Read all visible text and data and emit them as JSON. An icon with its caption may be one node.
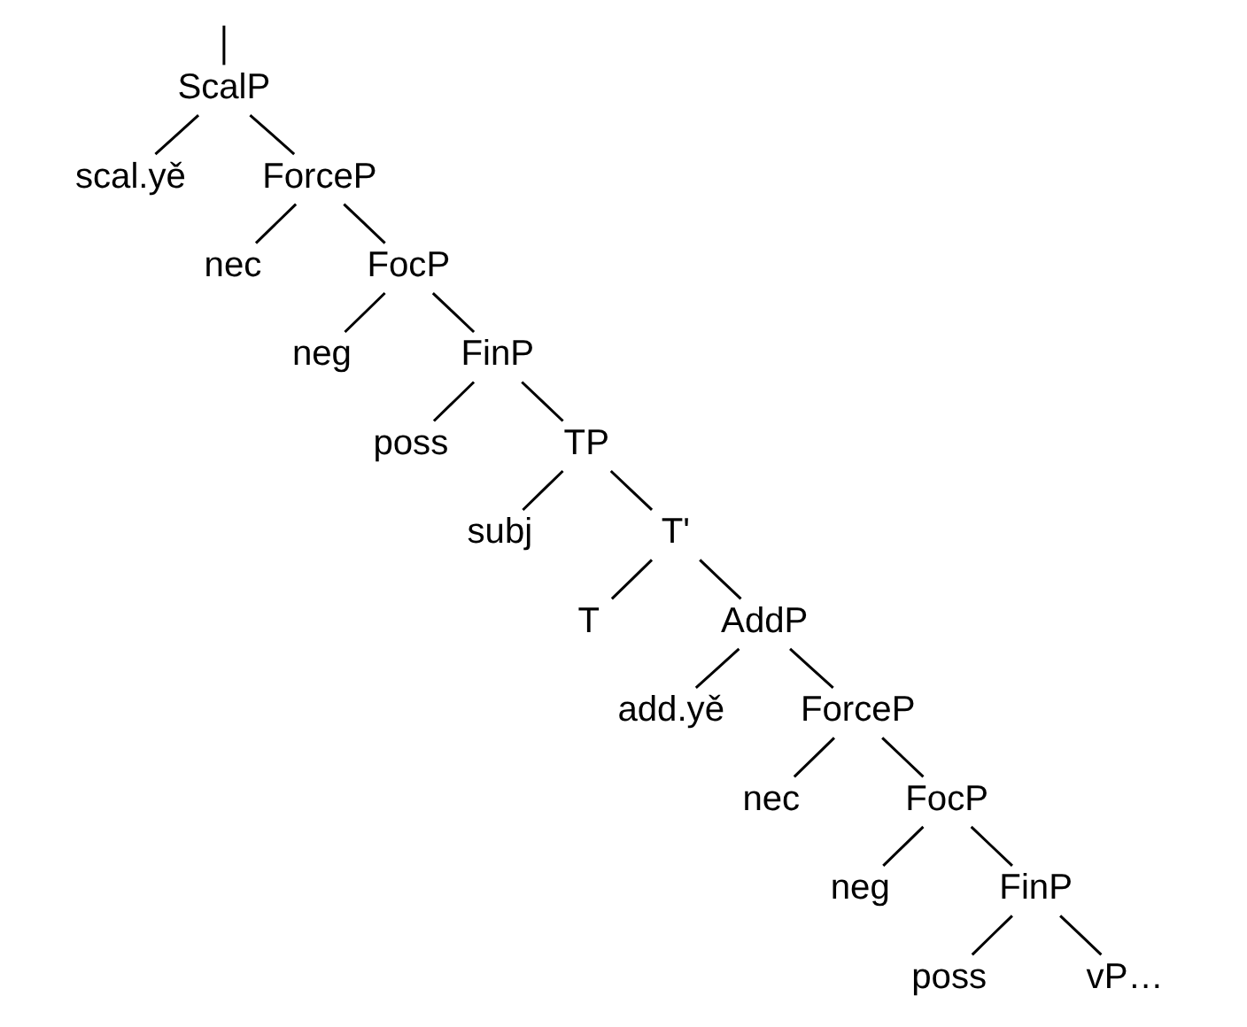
{
  "diagram": {
    "nodes": [
      {
        "text": [
          "ScalP"
        ]
      },
      {
        "text": [
          "scal.yě"
        ]
      },
      {
        "text": [
          "ForceP"
        ]
      },
      {
        "text": [
          "nec"
        ]
      },
      {
        "text": [
          "FocP"
        ]
      },
      {
        "text": [
          "neg"
        ]
      },
      {
        "text": [
          "FinP"
        ]
      },
      {
        "text": [
          "poss"
        ]
      },
      {
        "text": [
          "TP"
        ]
      },
      {
        "text": [
          "subj"
        ]
      },
      {
        "text": [
          "T'"
        ]
      },
      {
        "text": [
          "T"
        ]
      },
      {
        "text": [
          "AddP"
        ]
      },
      {
        "text": [
          "add.yě"
        ]
      },
      {
        "text": [
          "ForceP"
        ]
      },
      {
        "text": [
          "nec"
        ]
      },
      {
        "text": [
          "FocP"
        ]
      },
      {
        "text": [
          "neg"
        ]
      },
      {
        "text": [
          "FinP"
        ]
      },
      {
        "text": [
          "poss"
        ]
      },
      {
        "text": [
          "vP…"
        ]
      }
    ],
    "edges": [
      {
        "from": null,
        "to": 0,
        "arrow": "none"
      },
      {
        "from": 0,
        "to": 1,
        "arrow": "none"
      },
      {
        "from": 0,
        "to": 2,
        "arrow": "none"
      },
      {
        "from": 2,
        "to": 3,
        "arrow": "none"
      },
      {
        "from": 2,
        "to": 4,
        "arrow": "none"
      },
      {
        "from": 4,
        "to": 5,
        "arrow": "none"
      },
      {
        "from": 4,
        "to": 6,
        "arrow": "none"
      },
      {
        "from": 6,
        "to": 7,
        "arrow": "none"
      },
      {
        "from": 6,
        "to": 8,
        "arrow": "none"
      },
      {
        "from": 8,
        "to": 9,
        "arrow": "none"
      },
      {
        "from": 8,
        "to": 10,
        "arrow": "none"
      },
      {
        "from": 10,
        "to": 11,
        "arrow": "none"
      },
      {
        "from": 10,
        "to": 12,
        "arrow": "none"
      },
      {
        "from": 12,
        "to": 13,
        "arrow": "none"
      },
      {
        "from": 12,
        "to": 14,
        "arrow": "none"
      },
      {
        "from": 14,
        "to": 15,
        "arrow": "none"
      },
      {
        "from": 14,
        "to": 16,
        "arrow": "none"
      },
      {
        "from": 16,
        "to": 17,
        "arrow": "none"
      },
      {
        "from": 16,
        "to": 18,
        "arrow": "none"
      },
      {
        "from": 18,
        "to": 19,
        "arrow": "none"
      },
      {
        "from": 18,
        "to": 20,
        "arrow": "none"
      }
    ]
  }
}
